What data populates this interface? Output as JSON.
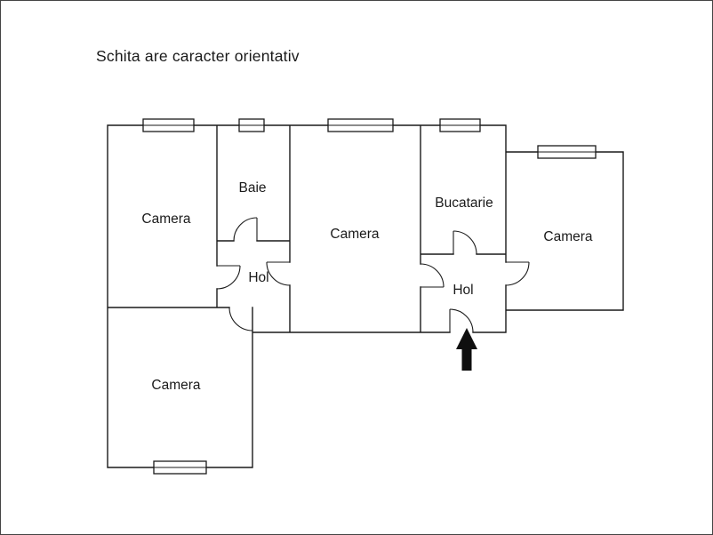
{
  "page": {
    "disclaimer": "Schita are caracter orientativ",
    "colors": {
      "background": "#ffffff",
      "border": "#444444",
      "wall": "#1a1a1a",
      "text": "#1a1a1a",
      "arrow": "#0f0f0f"
    }
  },
  "floorplan": {
    "rooms": {
      "camera_top_left": "Camera",
      "baie": "Baie",
      "camera_center": "Camera",
      "bucatarie": "Bucatarie",
      "camera_right": "Camera",
      "hol_left": "Hol",
      "hol_right": "Hol",
      "camera_bottom_left": "Camera"
    },
    "icons": {
      "entrance_arrow": "up-arrow"
    }
  }
}
